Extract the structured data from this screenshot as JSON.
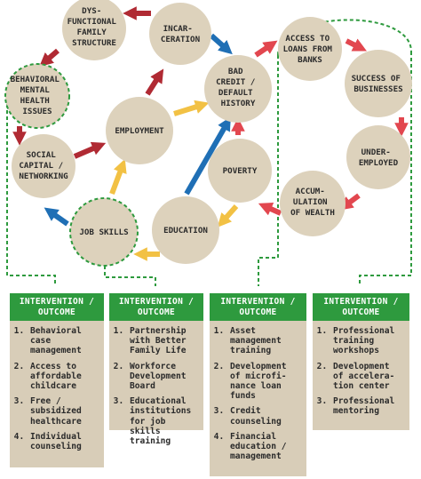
{
  "colors": {
    "node_fill": "#ddd2bc",
    "green_dash": "#2e9a3e",
    "arrow_red": "#b02a33",
    "arrow_blue": "#1f6fb5",
    "arrow_yellow": "#f2c144",
    "arrow_pink": "#e2474f",
    "panel_fill": "#d8cdb8",
    "panel_header": "#2e9a3e"
  },
  "nodes": {
    "dysfunctional": [
      "DYS-",
      "FUNCTIONAL",
      "FAMILY",
      "STRUCTURE"
    ],
    "incarceration": [
      "INCAR-",
      "CERATION"
    ],
    "behavioral": [
      "BEHAVIORAL",
      "MENTAL",
      "HEALTH",
      "ISSUES"
    ],
    "employment": [
      "EMPLOYMENT"
    ],
    "bad_credit": [
      "BAD",
      "CREDIT /",
      "DEFAULT",
      "HISTORY"
    ],
    "access_loans": [
      "ACCESS TO",
      "LOANS FROM",
      "BANKS"
    ],
    "success": [
      "SUCCESS OF",
      "BUSINESSES"
    ],
    "social_capital": [
      "SOCIAL",
      "CAPITAL /",
      "NETWORKING"
    ],
    "poverty": [
      "POVERTY"
    ],
    "underemployed": [
      "UNDER-",
      "EMPLOYED"
    ],
    "accumulation": [
      "ACCUM-",
      "ULATION",
      "OF WEALTH"
    ],
    "job_skills": [
      "JOB SKILLS"
    ],
    "education": [
      "EDUCATION"
    ]
  },
  "panels": [
    {
      "header": [
        "INTERVENTION /",
        "OUTCOME"
      ],
      "items": [
        "Behavioral case management",
        "Access to affordable childcare",
        "Free / subsidized healthcare",
        "Individual counseling"
      ]
    },
    {
      "header": [
        "INTERVENTION /",
        "OUTCOME"
      ],
      "items": [
        "Partnership with Better Family Life",
        "Workforce Development Board",
        "Educational institutions for job skills training"
      ]
    },
    {
      "header": [
        "INTERVENTION /",
        "OUTCOME"
      ],
      "items": [
        "Asset management training",
        "Development of microfi- nance loan funds",
        "Credit counseling",
        "Financial education / management"
      ]
    },
    {
      "header": [
        "INTERVENTION /",
        "OUTCOME"
      ],
      "items": [
        "Professional training workshops",
        "Development of accelera- tion center",
        "Professional mentoring"
      ]
    }
  ]
}
